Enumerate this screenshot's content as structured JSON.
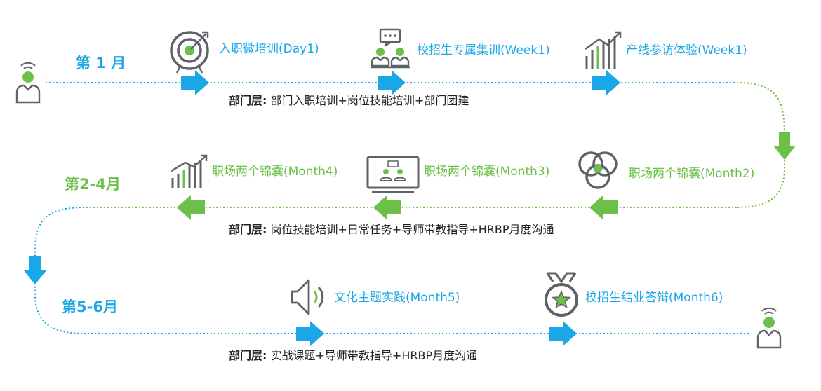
{
  "colors": {
    "blue": "#1aa7e8",
    "green": "#6cc04a",
    "green_dark": "#58b830",
    "icon_gray": "#5f6368",
    "text": "#222222"
  },
  "icons": [
    "person-icon",
    "target-icon",
    "team-chat-icon",
    "growth-chart-icon",
    "venn-circles-icon",
    "presentation-screen-icon",
    "speaker-icon",
    "medal-icon"
  ],
  "phases": [
    {
      "label": "第 1 月",
      "steps": [
        "入职微培训(Day1)",
        "校招生专属集训(Week1)",
        "产线参访体验(Week1)"
      ],
      "dept_prefix": "部门层:",
      "dept_text": "部门入职培训+岗位技能培训+部门团建"
    },
    {
      "label": "第2-4月",
      "steps": [
        "职场两个锦囊(Month2)",
        "职场两个锦囊(Month3)",
        "职场两个锦囊(Month4)"
      ],
      "dept_prefix": "部门层:",
      "dept_text": "岗位技能培训+日常任务+导师带教指导+HRBP月度沟通"
    },
    {
      "label": "第5-6月",
      "steps": [
        "文化主题实践(Month5)",
        "校招生结业答辩(Month6)"
      ],
      "dept_prefix": "部门层:",
      "dept_text": "实战课题+导师带教指导+HRBP月度沟通"
    }
  ]
}
